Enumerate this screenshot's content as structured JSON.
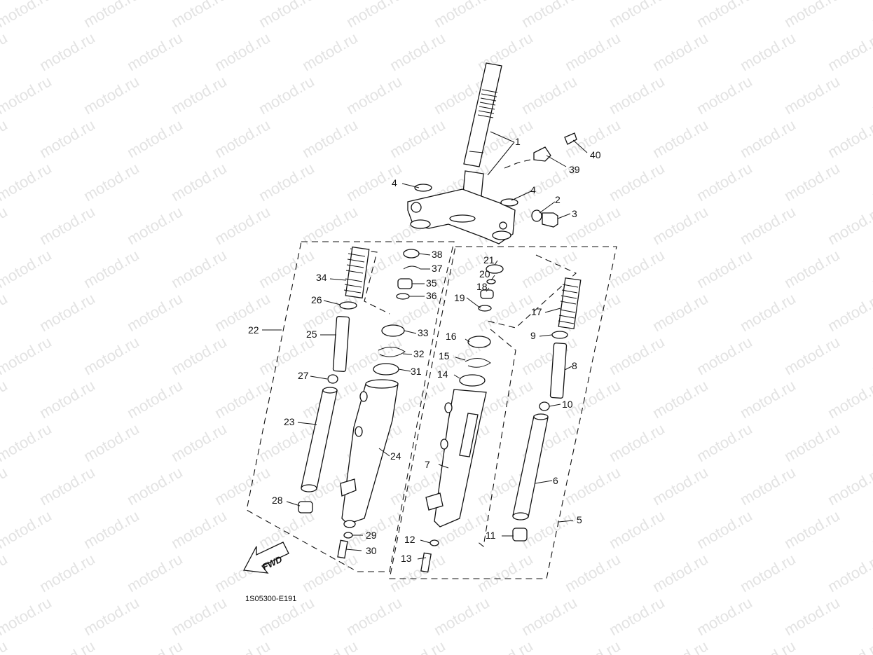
{
  "diagram": {
    "watermark": "motod.ru",
    "diagram_code": "1S05300-E191",
    "direction_label": "FWD",
    "callouts": [
      "1",
      "2",
      "3",
      "4",
      "4",
      "5",
      "6",
      "7",
      "8",
      "9",
      "10",
      "11",
      "12",
      "13",
      "14",
      "15",
      "16",
      "17",
      "18",
      "19",
      "20",
      "21",
      "22",
      "23",
      "24",
      "25",
      "26",
      "27",
      "28",
      "29",
      "30",
      "31",
      "32",
      "33",
      "34",
      "35",
      "36",
      "37",
      "38",
      "39",
      "40"
    ]
  }
}
